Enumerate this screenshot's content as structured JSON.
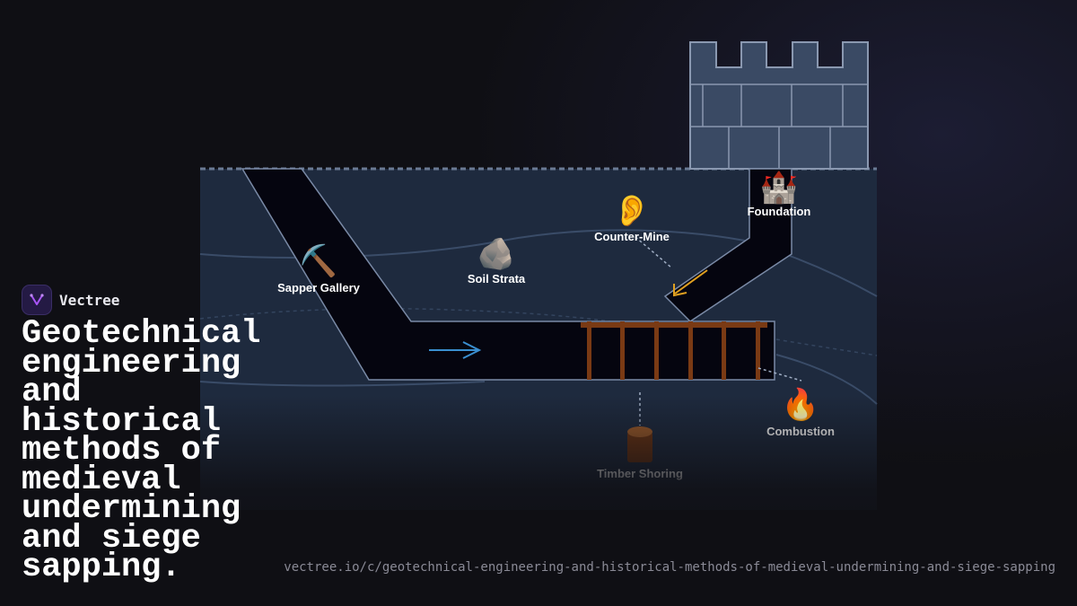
{
  "brand": {
    "name": "Vectree",
    "logo_icon": "vectree-logo-icon",
    "accent": "#a855f7"
  },
  "title": "Geotechnical engineering and historical methods of medieval undermining and siege sapping.",
  "url": "vectree.io/c/geotechnical-engineering-and-historical-methods-of-medieval-undermining-and-siege-sapping",
  "diagram": {
    "nodes": [
      {
        "id": "sapper-gallery",
        "label": "Sapper Gallery",
        "icon": "pickaxe-icon",
        "glyph": "⛏️"
      },
      {
        "id": "soil-strata",
        "label": "Soil Strata",
        "icon": "rock-icon",
        "glyph": "🪨"
      },
      {
        "id": "counter-mine",
        "label": "Counter-Mine",
        "icon": "ear-icon",
        "glyph": "👂"
      },
      {
        "id": "foundation",
        "label": "Foundation",
        "icon": "castle-icon",
        "glyph": "🏰"
      },
      {
        "id": "combustion",
        "label": "Combustion",
        "icon": "fire-icon",
        "glyph": "🔥"
      },
      {
        "id": "timber-shoring",
        "label": "Timber Shoring",
        "icon": "log-icon",
        "glyph": ""
      }
    ],
    "colors": {
      "ground": "#1e2a3e",
      "tunnel": "#05050f",
      "wall": "#3a4a64",
      "wall_stroke": "#8a98b0",
      "timber": "#7a3a14",
      "tunnel_flow_arrow": "#3a8fd0",
      "counter_arrow": "#e0a020"
    }
  }
}
